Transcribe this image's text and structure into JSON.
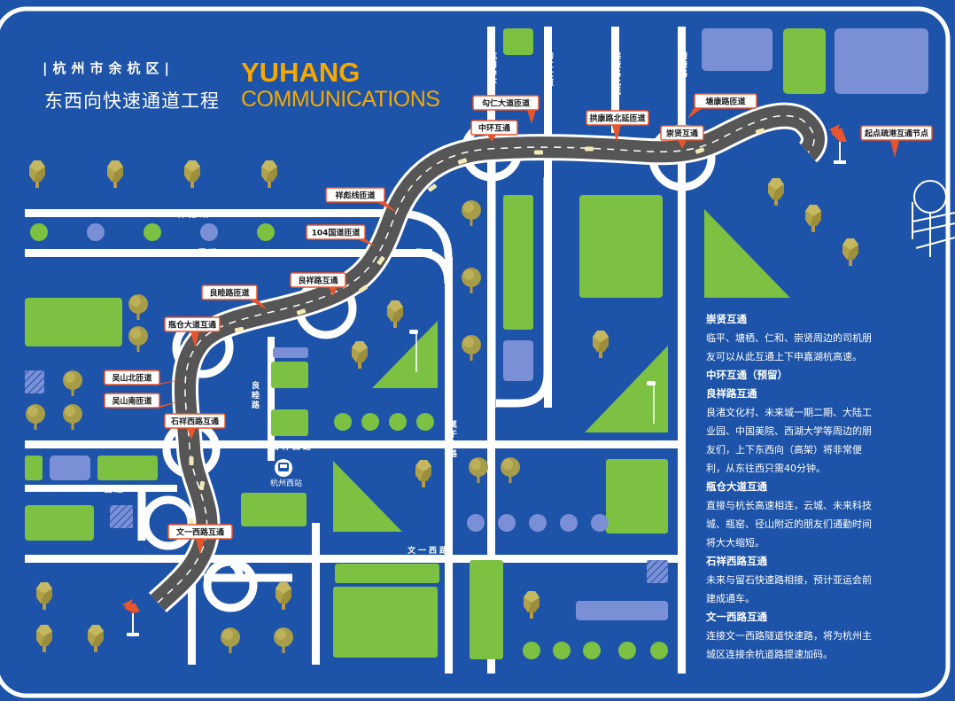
{
  "header": {
    "region": "|杭州市余杭区|",
    "project": "东西向快速通道工程",
    "brand_line1": "YUHANG",
    "brand_line2": "COMMUNICATIONS"
  },
  "colors": {
    "background": "#1d53a8",
    "frame": "#ffffff",
    "green": "#7cc142",
    "periwinkle": "#7b8fd6",
    "highway": "#555555",
    "label_border": "#e8542c",
    "accent": "#f5a800"
  },
  "road_names": {
    "xiangbiao": "祥彪线",
    "g104": "104国道",
    "liangxiao": "良睦路",
    "shixiangxi": "石祥西路",
    "g235": "235国道",
    "wenyixi": "文一西路",
    "moganshan": "莫干山路",
    "zhonghuan": "杭州中环",
    "gouren": "勾仁大道",
    "gongkang": "拱康路北延",
    "tangkang": "塘康路"
  },
  "interchanges": {
    "gouren_ramp": "勾仁大道匝道",
    "zhonghuan": "中环互通",
    "gongkang_ramp": "拱康路北延匝道",
    "tangkang_ramp": "塘康路匝道",
    "chongxian": "崇贤互通",
    "start_node": "起点疏港互通节点",
    "xiangbiao_ramp": "祥彪线匝道",
    "g104_ramp": "104国道匝道",
    "liangxiang": "良祥路互通",
    "liangxiao_ramp": "良睦路匝道",
    "pingcang": "瓶仓大道互通",
    "wushan_north": "吴山北匝道",
    "wushan_south": "吴山南匝道",
    "shixiangxi": "石祥西路互通",
    "wenyixi": "文一西路互通"
  },
  "station": {
    "name": "杭州西站",
    "icon": "bus-icon"
  },
  "info_panel": [
    {
      "title": "崇贤互通",
      "body": "临平、塘栖、仁和、崇贤周边的司机朋友可以从此互通上下申嘉湖杭高速。"
    },
    {
      "title": "中环互通（预留）",
      "body": ""
    },
    {
      "title": "良祥路互通",
      "body": "良渚文化村、未来城一期二期、大陆工业园、中国美院、西湖大学等周边的朋友们，上下东西向（高架）将非常便利，从东往西只需40分钟。"
    },
    {
      "title": "瓶仓大道互通",
      "body": "直接与杭长高速相连，云城、未来科技城、瓶窑、径山附近的朋友们通勤时间将大大缩短。"
    },
    {
      "title": "石祥西路互通",
      "body": "未来与留石快速路相接，预计亚运会前建成通车。"
    },
    {
      "title": "文一西路互通",
      "body": "连接文一西路隧道快速路，将为杭州主城区连接余杭道路提速加码。"
    }
  ]
}
